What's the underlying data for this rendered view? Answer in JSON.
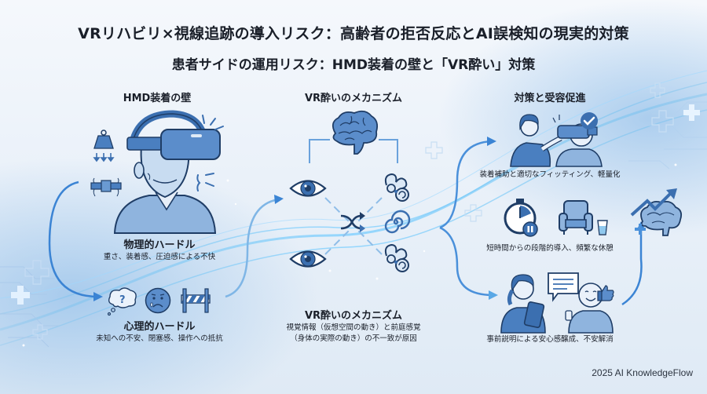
{
  "header": {
    "title": "VRリハビリ×視線追跡の導入リスク：高齢者の拒否反応とAI誤検知の現実的対策",
    "subtitle": "患者サイドの運用リスク：HMD装着の壁と「VR酔い」対策"
  },
  "left_panel": {
    "heading": "HMD装着の壁",
    "physical": {
      "title": "物理的ハードル",
      "text": "重さ、装着感、圧迫感による不快"
    },
    "psychological": {
      "title": "心理的ハードル",
      "text": "未知への不安、閉塞感、操作への抵抗"
    },
    "icons": [
      "weight-icon",
      "strap-icon",
      "elderly-with-hmd-illustration",
      "discomfort-lines-icon",
      "question-thought-icon",
      "worried-face-icon",
      "barrier-icon"
    ]
  },
  "middle_panel": {
    "heading": "VR酔いのメカニズム",
    "caption_title": "VR酔いのメカニズム",
    "caption_line1": "視覚情報（仮想空間の動き）と前庭感覚",
    "caption_line2": "（身体の実際の動き）の不一致が原因",
    "icons": [
      "brain-icon",
      "eye-icon",
      "eye-icon",
      "shuffle-icon",
      "inner-ear-icon",
      "spiral-icon",
      "inner-ear-icon"
    ]
  },
  "right_panel": {
    "heading": "対策と受容促進",
    "items": [
      {
        "text": "装着補助と適切なフィッティング、軽量化",
        "icons": [
          "nurse-fitting-hmd-illustration",
          "check-icon"
        ]
      },
      {
        "text": "短時間からの段階的導入、頻繁な休憩",
        "icons": [
          "stopwatch-pause-icon",
          "armchair-icon",
          "water-glass-icon"
        ]
      },
      {
        "text": "事前説明による安心感醸成、不安解消",
        "icons": [
          "nurse-tablet-illustration",
          "speech-bubble-icon",
          "happy-elderly-illustration",
          "thumbs-up-icon"
        ]
      }
    ],
    "outcome_icon": "brain-growth-arrow-icon"
  },
  "footer": {
    "credit": "2025 AI KnowledgeFlow"
  },
  "colors": {
    "primary_blue": "#3b6fb0",
    "light_blue": "#8fb4de",
    "accent_cyan": "#5ab8ec",
    "outline": "#1f3d66",
    "text": "#1a1f29"
  }
}
